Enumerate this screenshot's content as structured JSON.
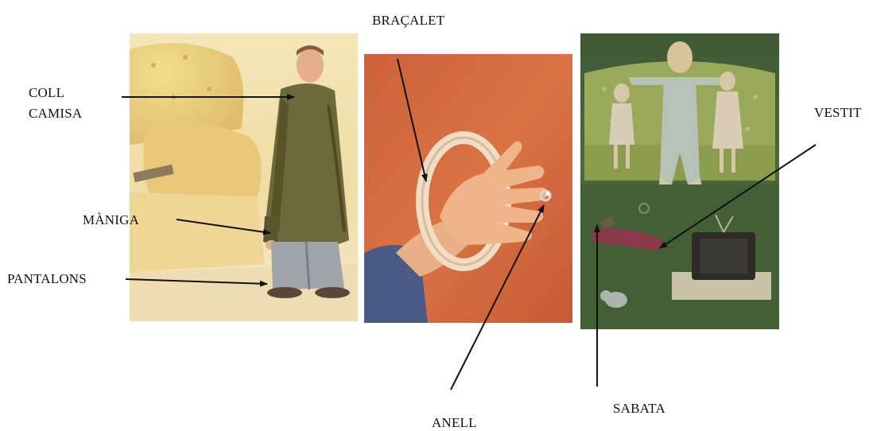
{
  "labels": {
    "coll": "COLL",
    "camisa": "CAMISA",
    "maniga": "MÀNIGA",
    "pantalons": "PANTALONS",
    "bracalet": "BRAÇALET",
    "anell": "ANELL",
    "vestit": "VESTIT",
    "sabata": "SABATA"
  },
  "colors": {
    "arrow": "#111111"
  }
}
